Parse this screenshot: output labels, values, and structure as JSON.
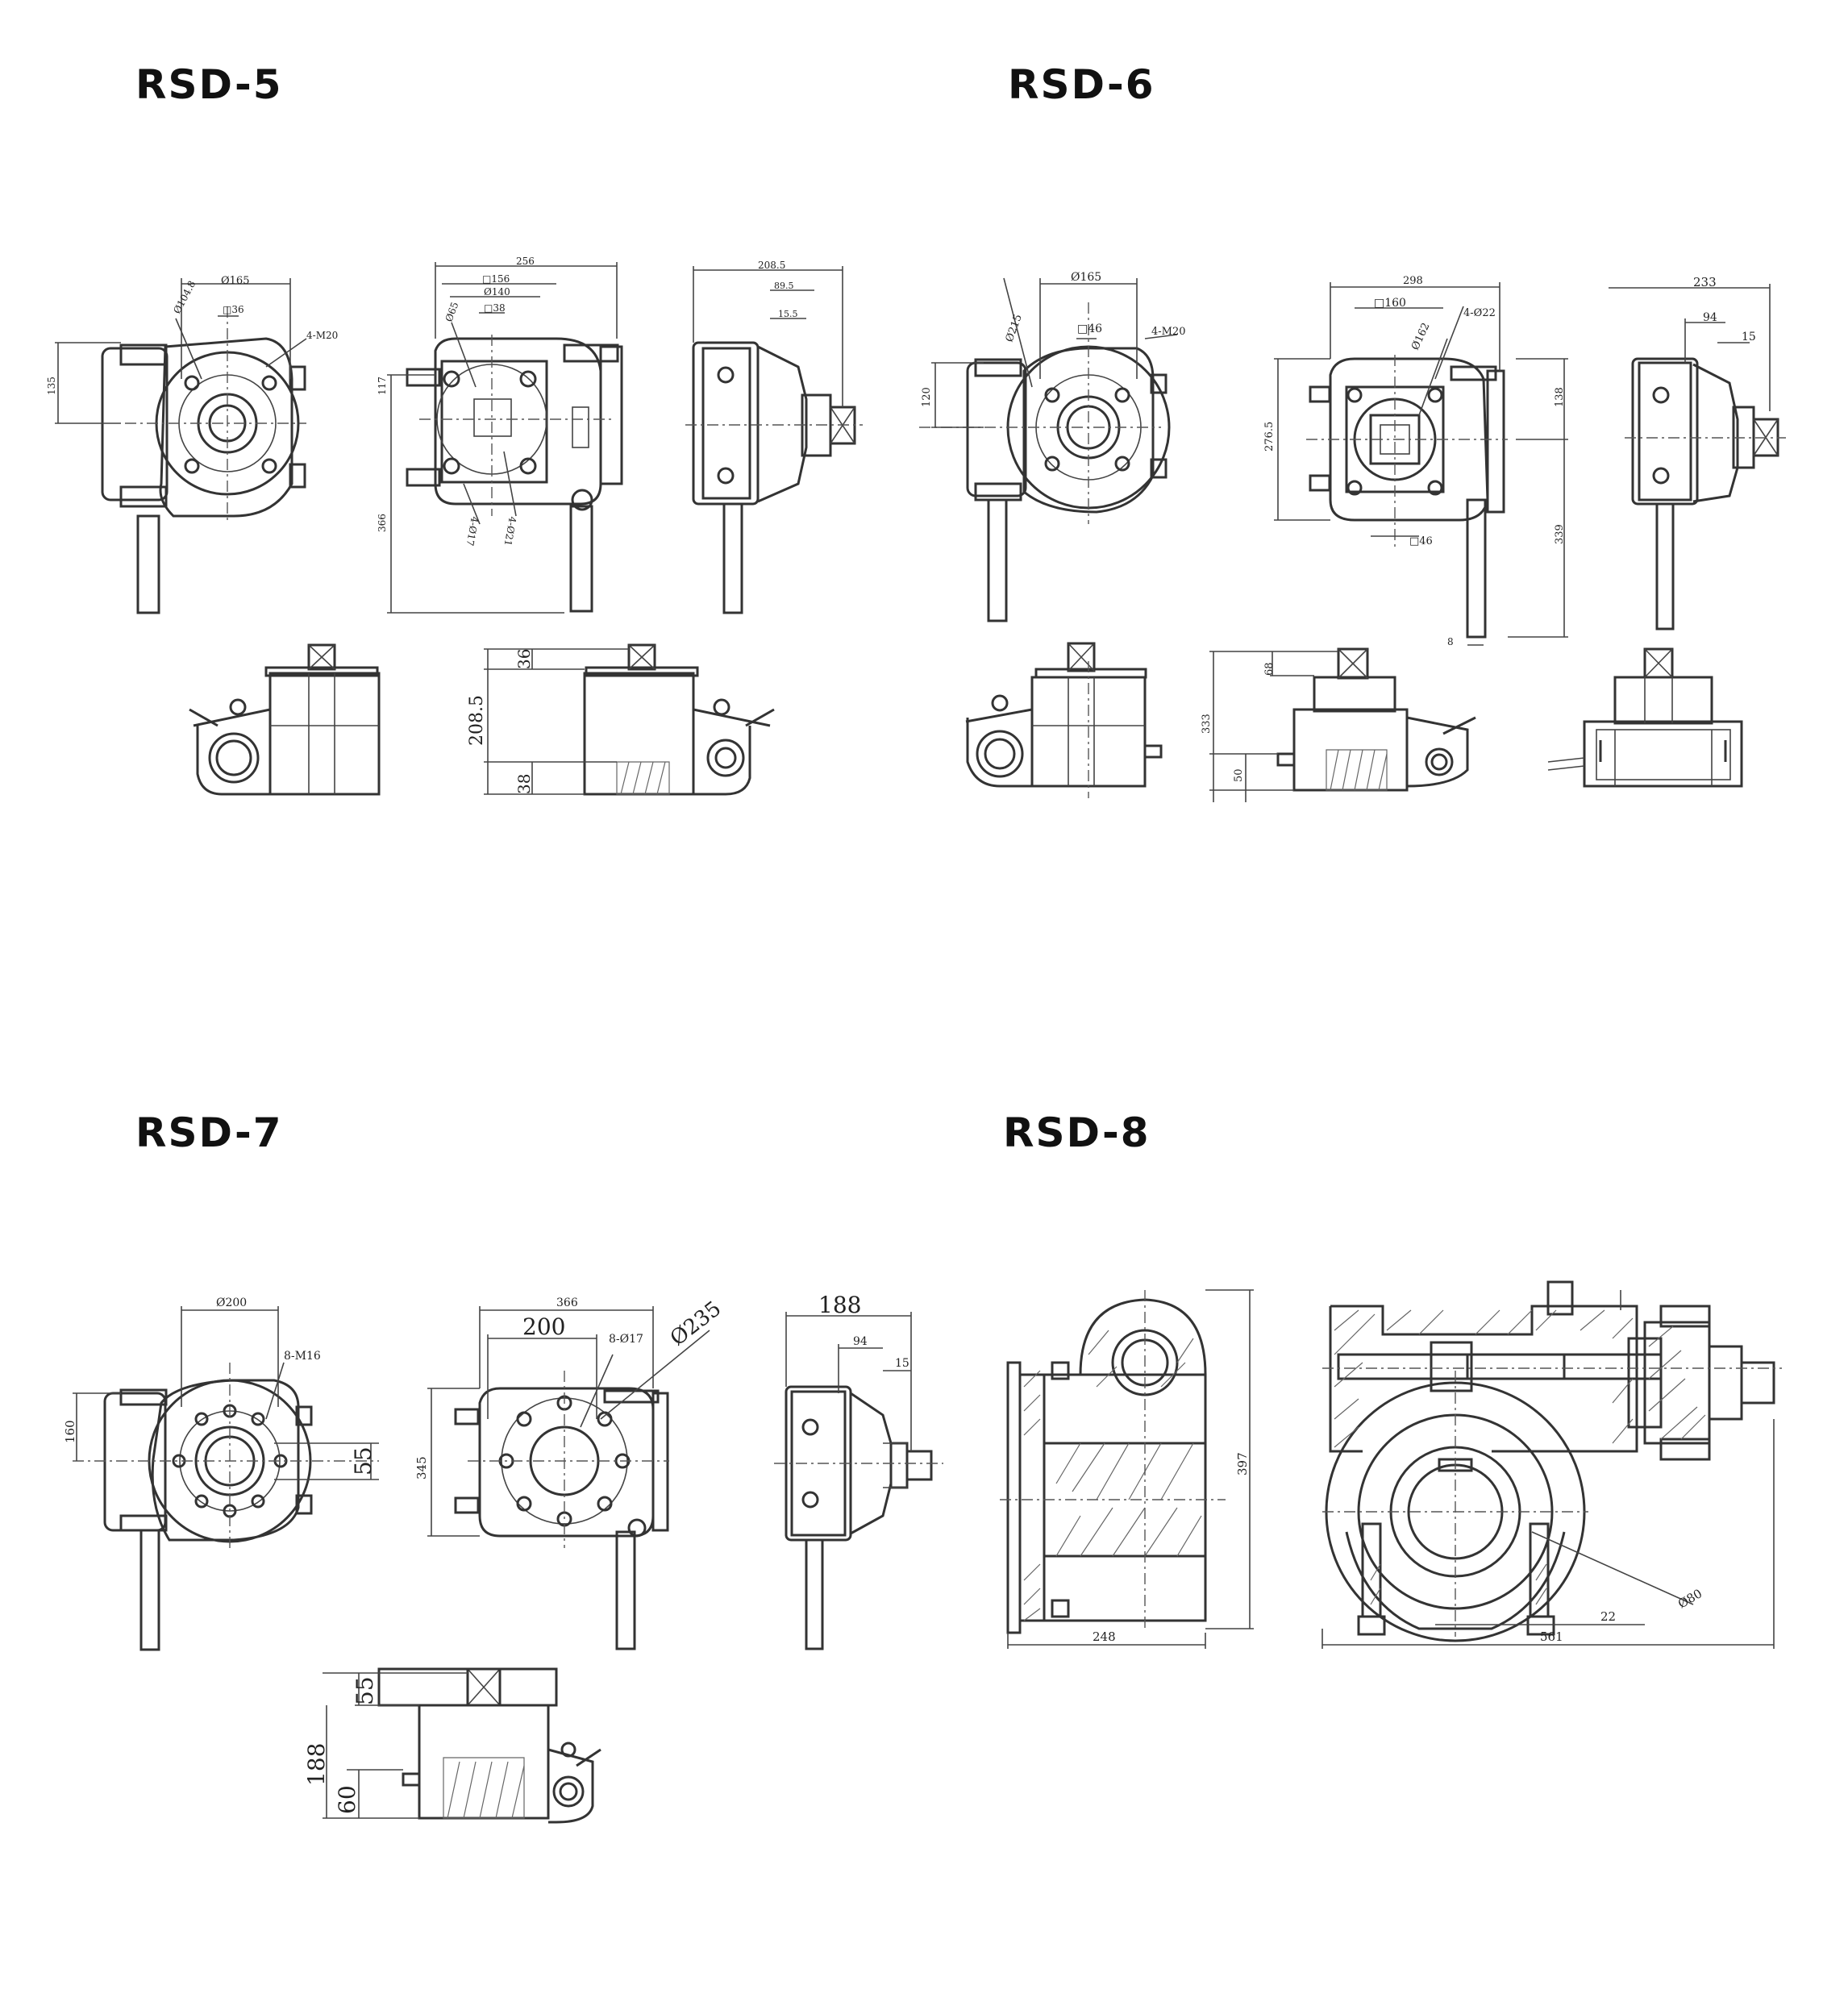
{
  "models": [
    {
      "id": "rsd5",
      "title": "RSD-5",
      "dims": {
        "d165": "Ø165",
        "d104_8": "Ø104.8",
        "sq36": "□36",
        "m20": "4-M20",
        "h135": "135",
        "w256": "256",
        "sq156": "□156",
        "d140": "Ø140",
        "sq38": "□38",
        "h117": "117",
        "h366": "366",
        "d65": "Ø65",
        "n4d17": "4-Ø17",
        "n4d21": "4-Ø21",
        "w208": "208.5",
        "w89": "89.5",
        "w15": "15.5",
        "f36": "36",
        "f2085": "208.5",
        "f38": "38"
      }
    },
    {
      "id": "rsd6",
      "title": "RSD-6",
      "dims": {
        "d165": "Ø165",
        "d215": "Ø215",
        "sq46": "□46",
        "m20": "4-M20",
        "h120": "120",
        "w298": "298",
        "sq160": "□160",
        "n4d22": "4-Ø22",
        "d162": "Ø162",
        "h138": "138",
        "h2765": "276.5",
        "h339": "339",
        "sq46b": "□46",
        "w8": "8",
        "w233": "233",
        "w94": "94",
        "w15": "15",
        "f68": "68",
        "f333": "333",
        "f50": "50"
      }
    },
    {
      "id": "rsd7",
      "title": "RSD-7",
      "dims": {
        "d200": "Ø200",
        "m16": "8-M16",
        "h160": "160",
        "h55": "55",
        "w366": "366",
        "w200": "200",
        "n8d17": "8-Ø17",
        "d235": "Ø235",
        "h345": "345",
        "w188": "188",
        "w94": "94",
        "w15": "15",
        "f55": "55",
        "f188": "188",
        "f60": "60"
      }
    },
    {
      "id": "rsd8",
      "title": "RSD-8",
      "dims": {
        "h397": "397",
        "w248": "248",
        "d80": "Ø80",
        "w22": "22",
        "w561": "561"
      }
    }
  ]
}
